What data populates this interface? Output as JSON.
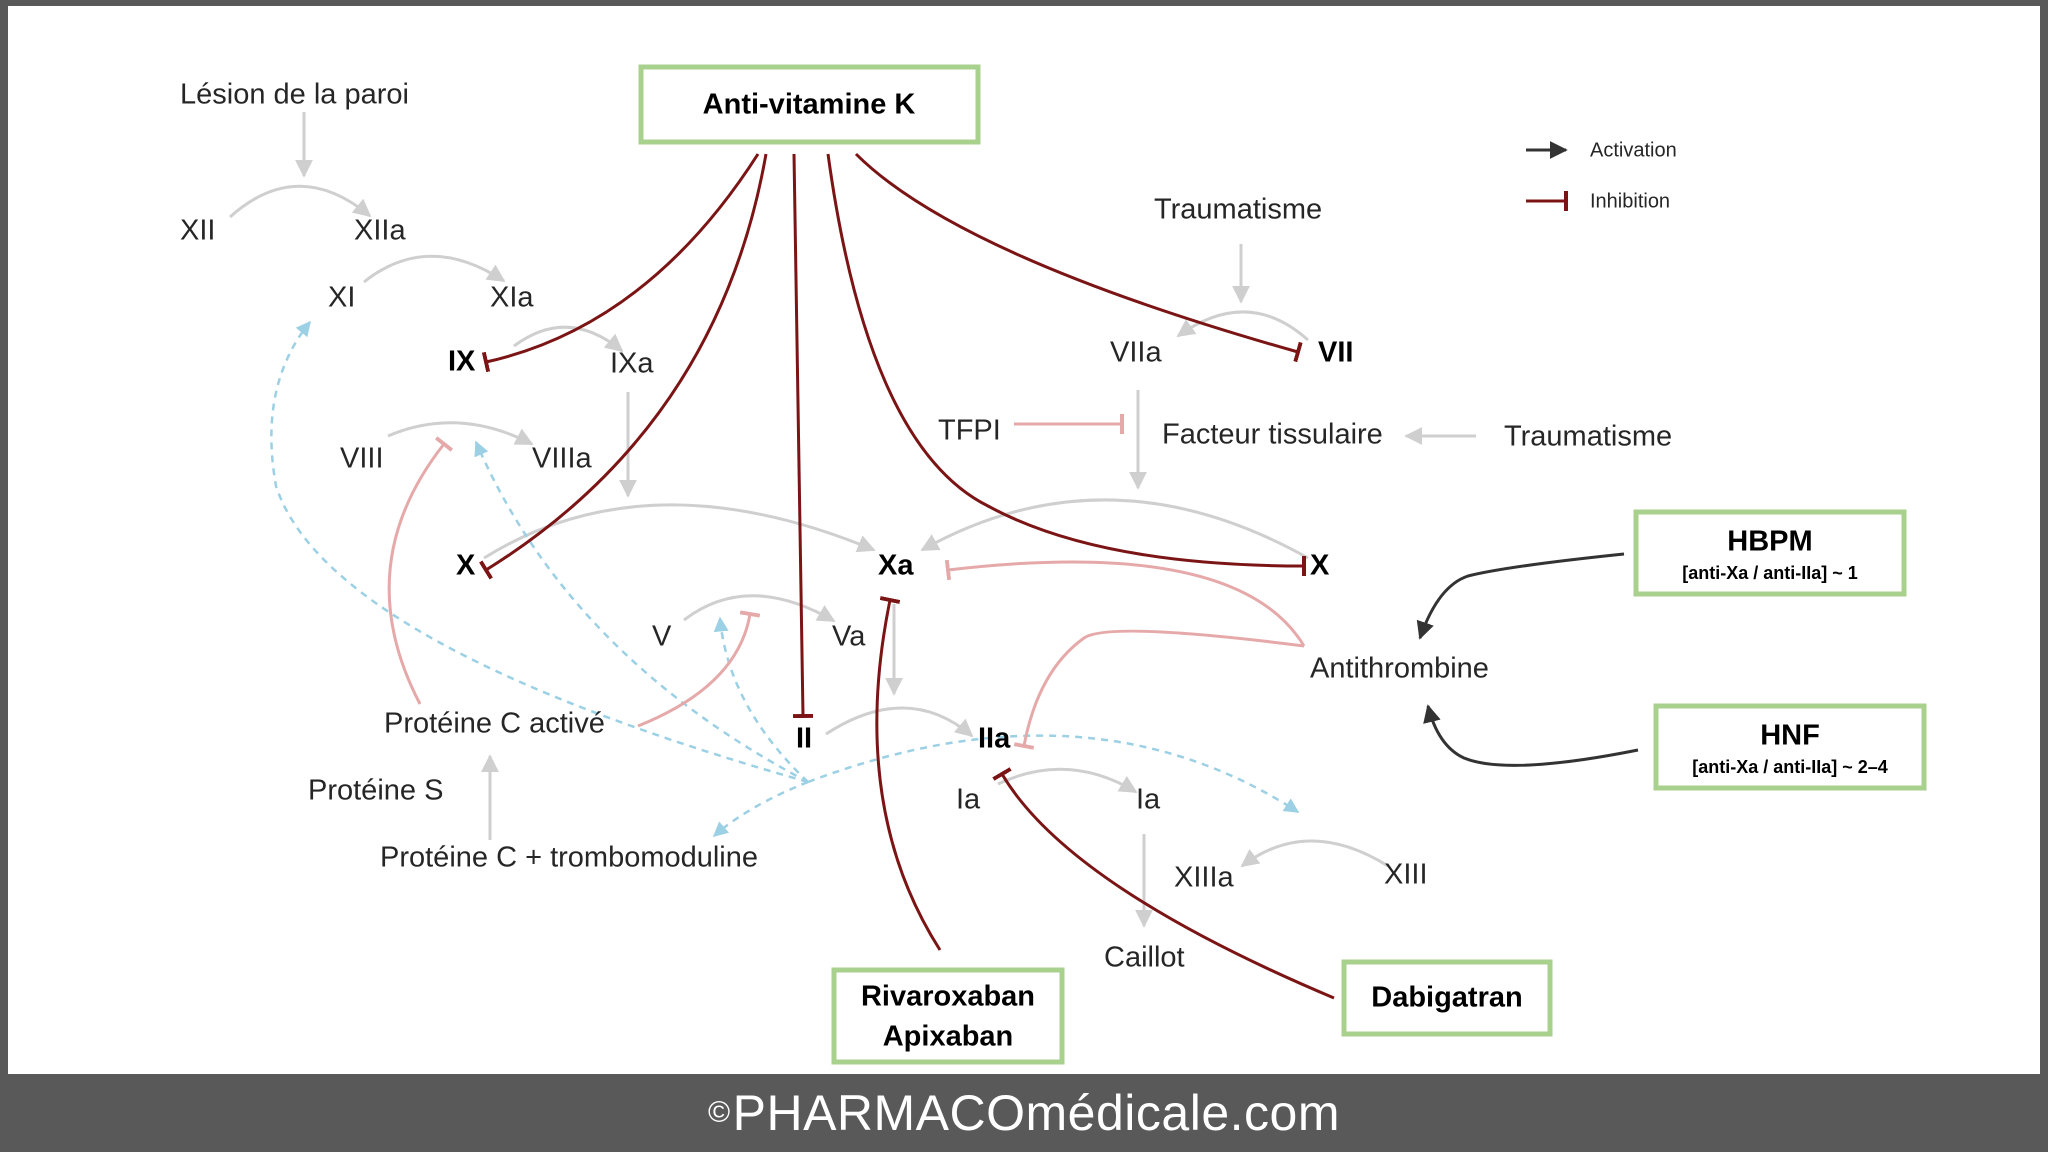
{
  "diagram": {
    "labels": {
      "lesion": "Lésion de la paroi",
      "xii": "XII",
      "xiia": "XIIa",
      "xi": "XI",
      "xia": "XIa",
      "ix": "IX",
      "ixa": "IXa",
      "viii": "VIII",
      "viiia": "VIIIa",
      "x_left": "X",
      "xa": "Xa",
      "x_right": "X",
      "v": "V",
      "va": "Va",
      "ii": "II",
      "iia": "IIa",
      "ia_left": "Ia",
      "ia_right": "Ia",
      "xiiia": "XIIIa",
      "xiii": "XIII",
      "caillot": "Caillot",
      "traumatisme_top": "Traumatisme",
      "viia": "VIIa",
      "vii": "VII",
      "tfpi": "TFPI",
      "facteur": "Facteur tissulaire",
      "traumatisme_right": "Traumatisme",
      "antithrombine": "Antithrombine",
      "proteine_c_active": "Protéine C activé",
      "proteine_s": "Protéine S",
      "proteine_c_tm": "Protéine C + trombomoduline"
    },
    "boxes": {
      "avk": "Anti-vitamine K",
      "hbpm_title": "HBPM",
      "hbpm_sub": "[anti-Xa / anti-IIa] ~ 1",
      "hnf_title": "HNF",
      "hnf_sub": "[anti-Xa / anti-IIa] ~ 2–4",
      "rivaroxaban": "Rivaroxaban",
      "apixaban": "Apixaban",
      "dabigatran": "Dabigatran"
    },
    "legend": {
      "activation": "Activation",
      "inhibition": "Inhibition"
    },
    "colors": {
      "box_border": "#a9d18e",
      "inhibition_dark": "#7b1515",
      "inhibition_light": "#e6a9a9",
      "activation_gray": "#cfcfcf",
      "activation_dark": "#333333",
      "protein_c_dashed": "#9cd0e4"
    }
  },
  "footer": {
    "copyright_symbol": "©",
    "site": "PHARMACOmédicale.com"
  }
}
